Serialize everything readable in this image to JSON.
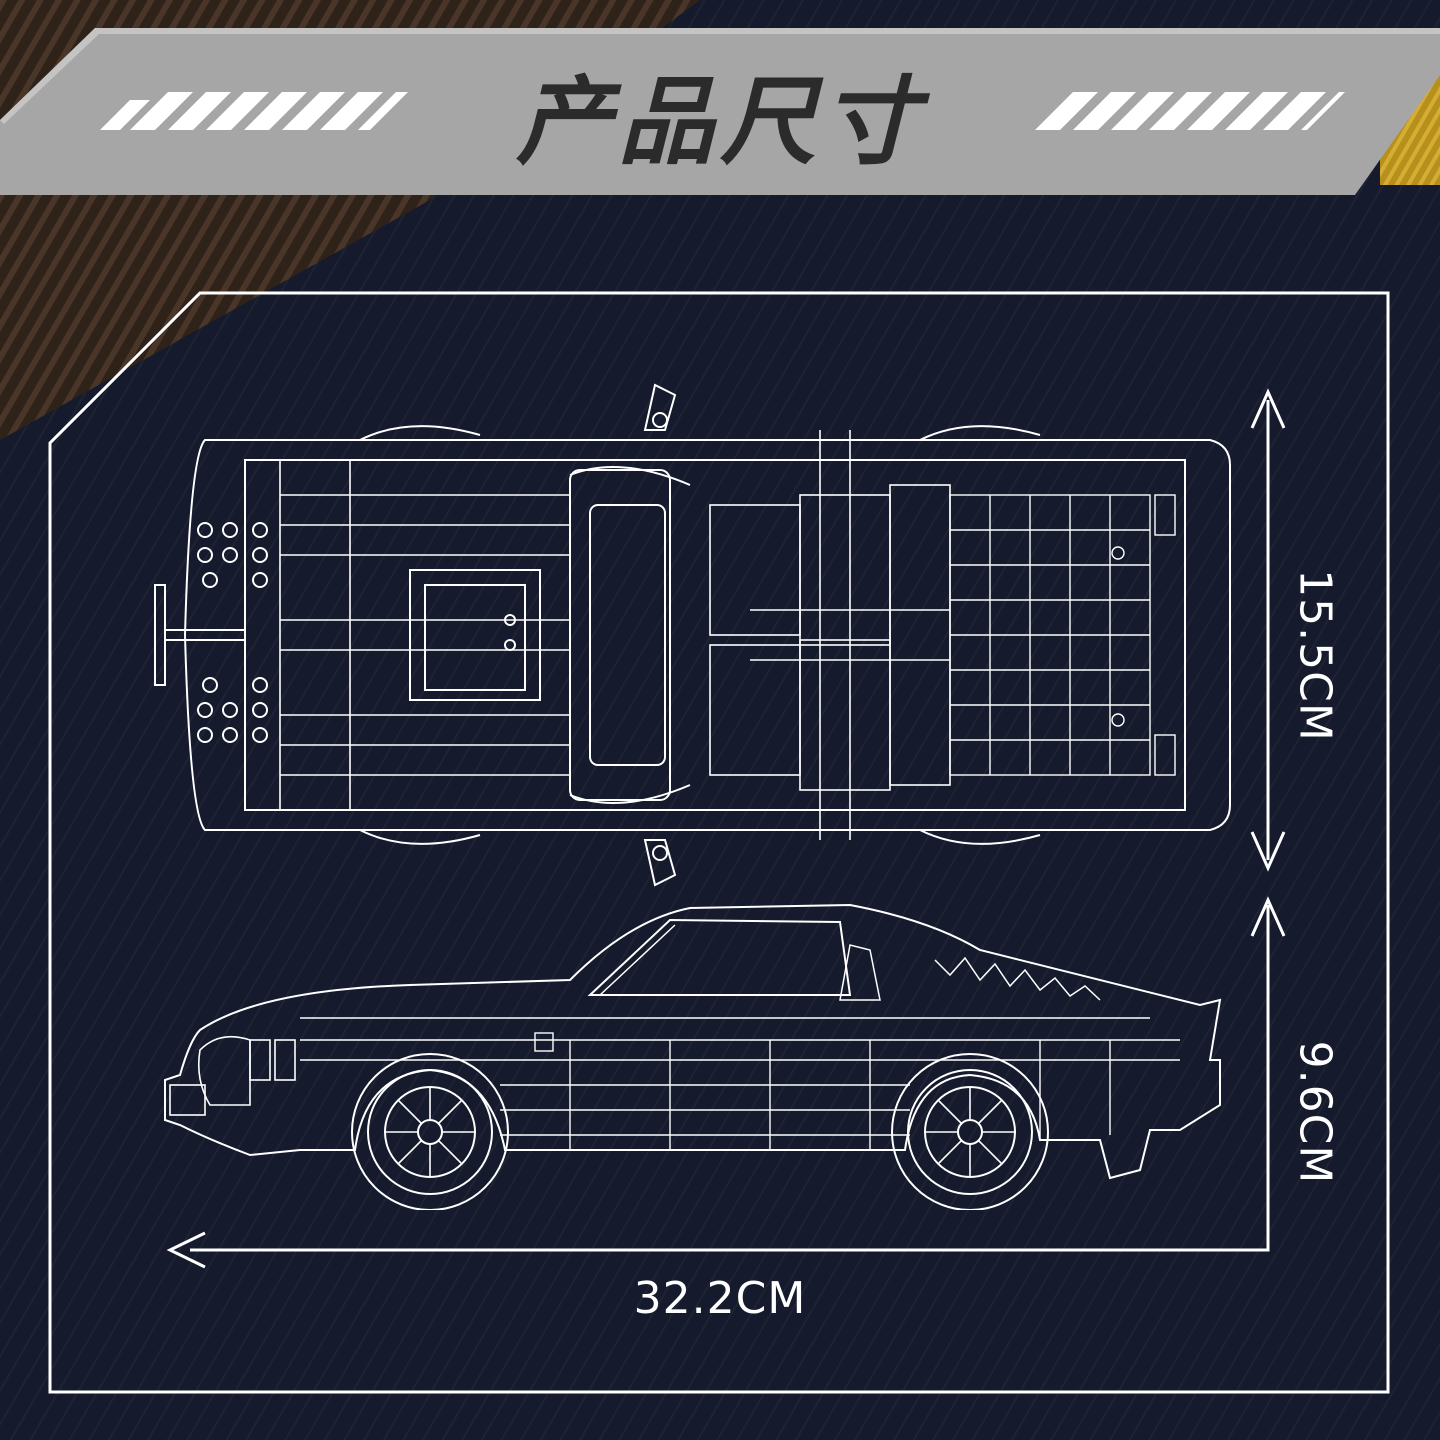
{
  "title": "产品尺寸",
  "dimensions": {
    "width": "15.5CM",
    "height": "9.6CM",
    "length": "32.2CM"
  },
  "colors": {
    "background": "#151a2c",
    "banner": "#a6a6a6",
    "banner_text": "#2b2b2b",
    "corner_brown": "#3a2a1f",
    "accent_gold": "#c9a227",
    "line": "#ffffff"
  }
}
